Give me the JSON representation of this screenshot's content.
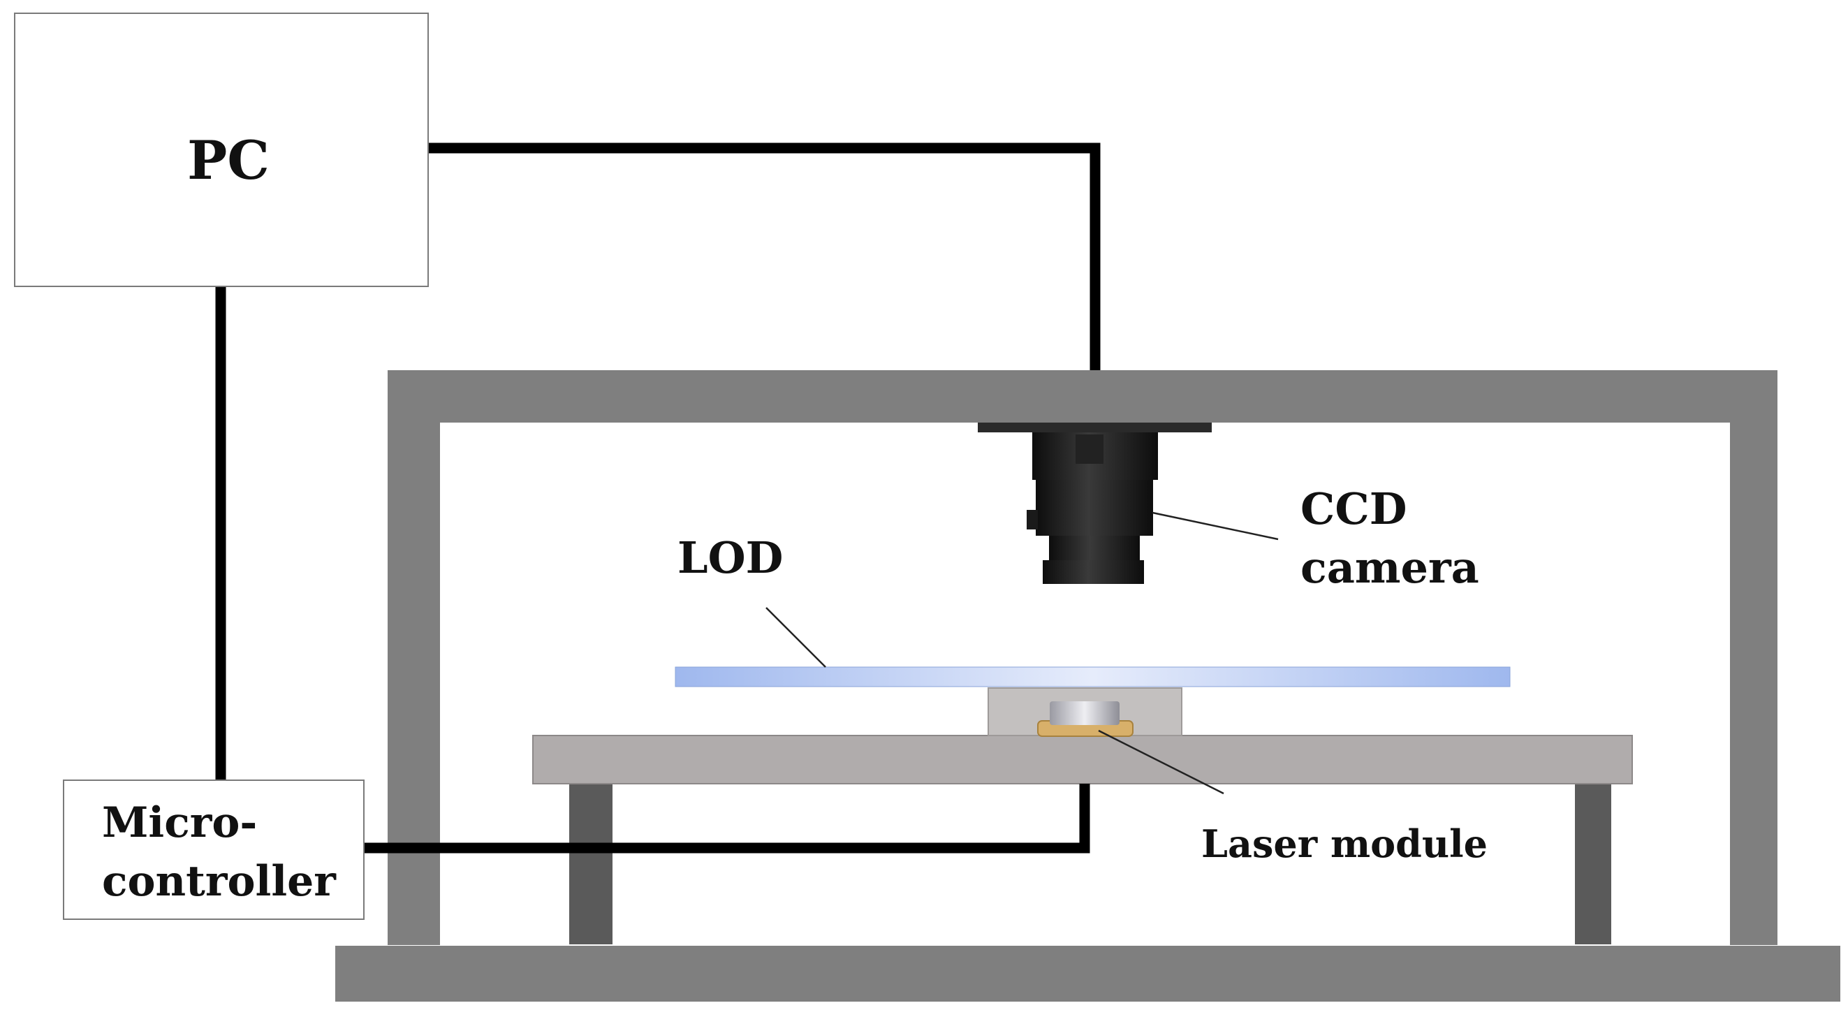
{
  "diagram": {
    "labels": {
      "pc": "PC",
      "micro_line1": "Micro-",
      "micro_line2": "controller",
      "ccd_line1": "CCD",
      "ccd_line2": "camera",
      "lod": "LOD",
      "laser": "Laser module"
    },
    "colors": {
      "frame": "#7f7f7f",
      "frame_dark": "#5a5a5a",
      "table": "#b0acac",
      "holder": "#c3c0bf",
      "cable": "#000000",
      "lod_gradient": [
        "#9fb8ee",
        "#e6ecfb",
        "#9fb8ee"
      ],
      "laser_ring": "#d8b06a",
      "camera": "#1b1b1b",
      "box_border": "#7a7a7a"
    }
  }
}
